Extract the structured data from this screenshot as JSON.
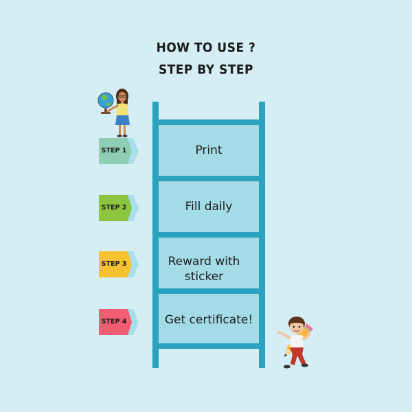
{
  "title": {
    "line1": "HOW TO USE ?",
    "line2": "STEP BY STEP"
  },
  "steps": [
    {
      "tag": "STEP 1",
      "text": "Print",
      "color": "#8ecfb4"
    },
    {
      "tag": "STEP 2",
      "text": "Fill daily",
      "color": "#8cc63f"
    },
    {
      "tag": "STEP 3",
      "text": "Reward with sticker",
      "color": "#f6c230"
    },
    {
      "tag": "STEP 4",
      "text": "Get certificate!",
      "color": "#f15d73"
    }
  ],
  "colors": {
    "background": "#d4eef4",
    "ladder": "#2ba3c0",
    "panel": "#a3dbe7",
    "tag_arrow": "#a8dfea"
  },
  "icons": [
    "teacher-with-globe-icon",
    "boy-with-pencil-icon"
  ]
}
